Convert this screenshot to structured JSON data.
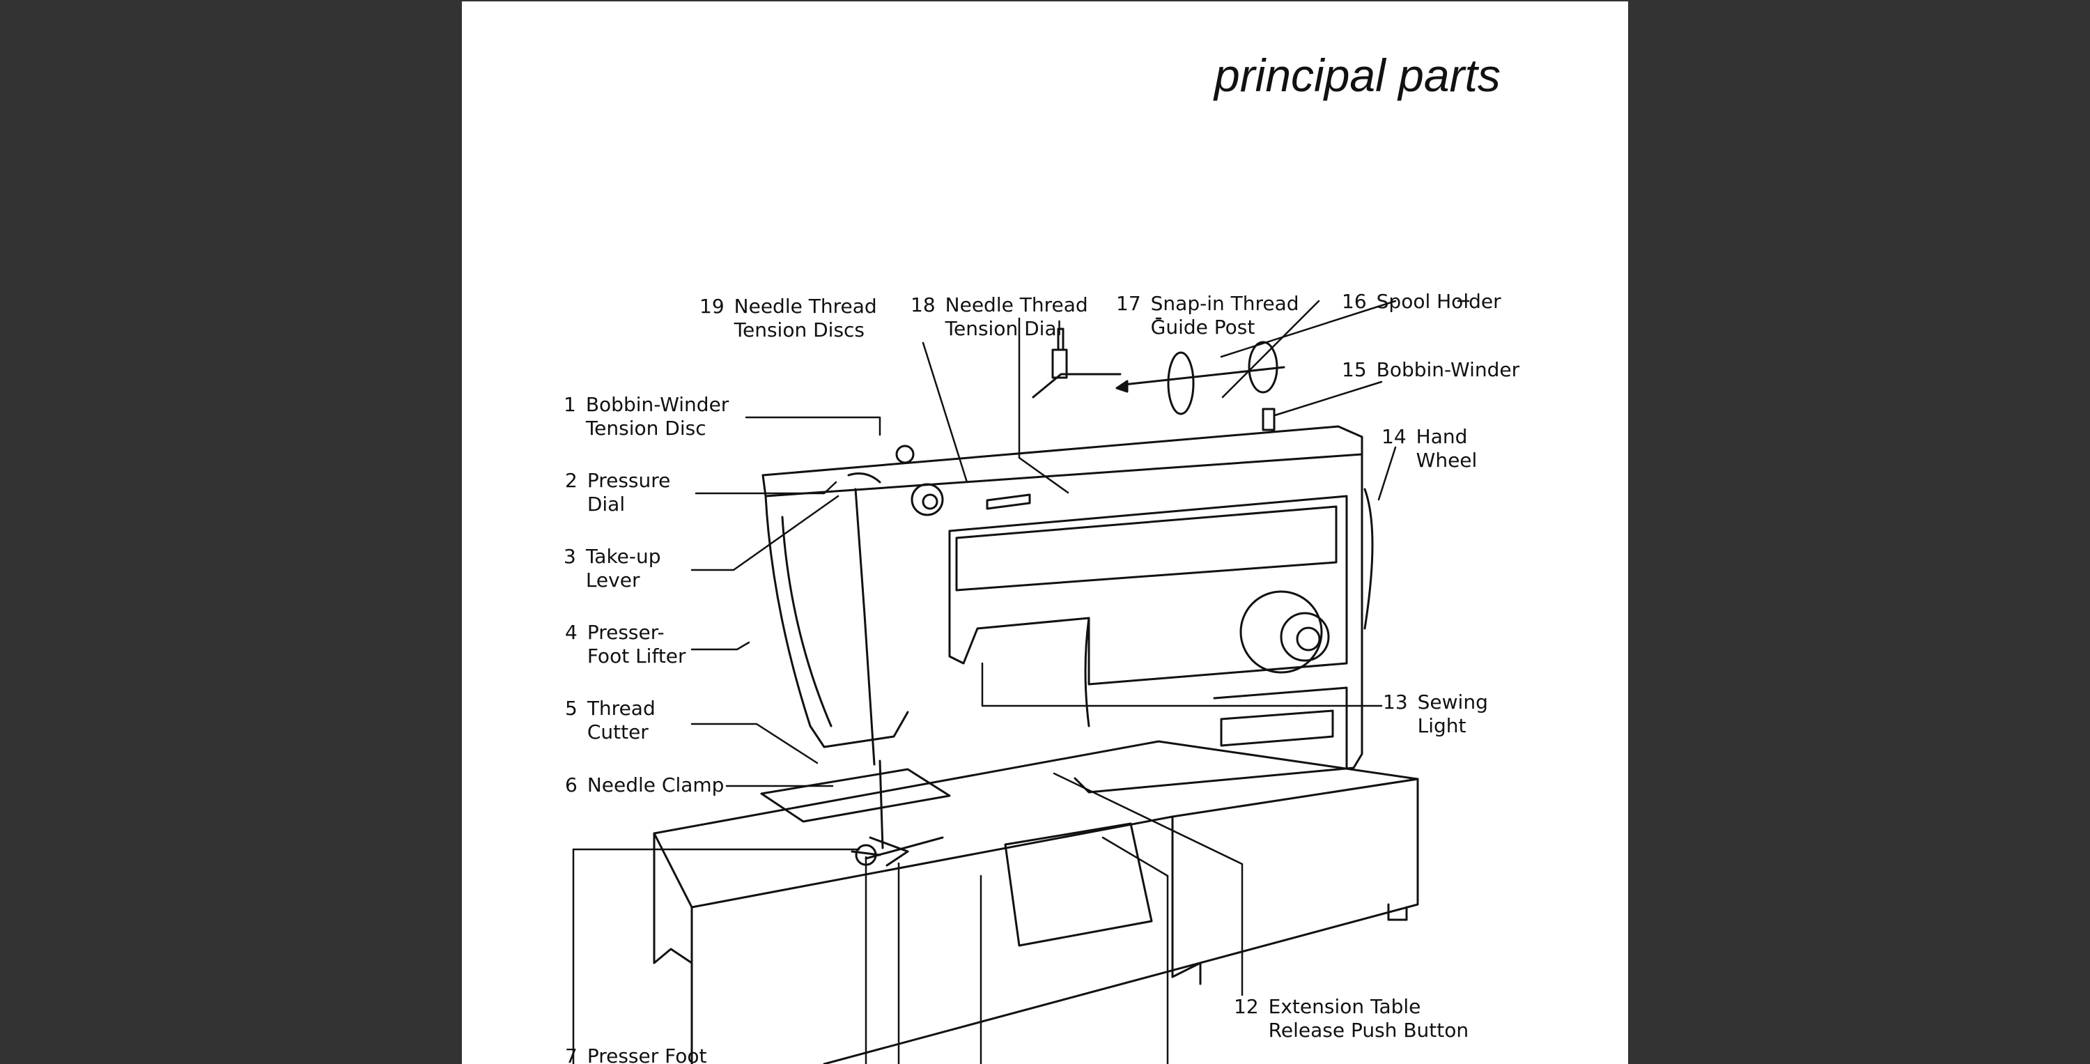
{
  "document": {
    "title": "principal parts"
  },
  "parts": [
    {
      "num": "1",
      "name": "Bobbin-Winder\nTension Disc"
    },
    {
      "num": "2",
      "name": "Pressure\nDial"
    },
    {
      "num": "3",
      "name": "Take-up\nLever"
    },
    {
      "num": "4",
      "name": "Presser-\nFoot Lifter"
    },
    {
      "num": "5",
      "name": "Thread\nCutter"
    },
    {
      "num": "6",
      "name": "Needle Clamp"
    },
    {
      "num": "7",
      "name": "Presser Foot"
    },
    {
      "num": "12",
      "name": "Extension Table\nRelease Push Button"
    },
    {
      "num": "13",
      "name": "Sewing\nLight"
    },
    {
      "num": "14",
      "name": "Hand\nWheel"
    },
    {
      "num": "15",
      "name": "Bobbin-Winder"
    },
    {
      "num": "16",
      "name": "Spool Holder"
    },
    {
      "num": "17",
      "name": "Snap-in Thread\nGuide Post"
    },
    {
      "num": "18",
      "name": "Needle Thread\nTension Dial"
    },
    {
      "num": "19",
      "name": "Needle Thread\nTension Discs"
    }
  ]
}
